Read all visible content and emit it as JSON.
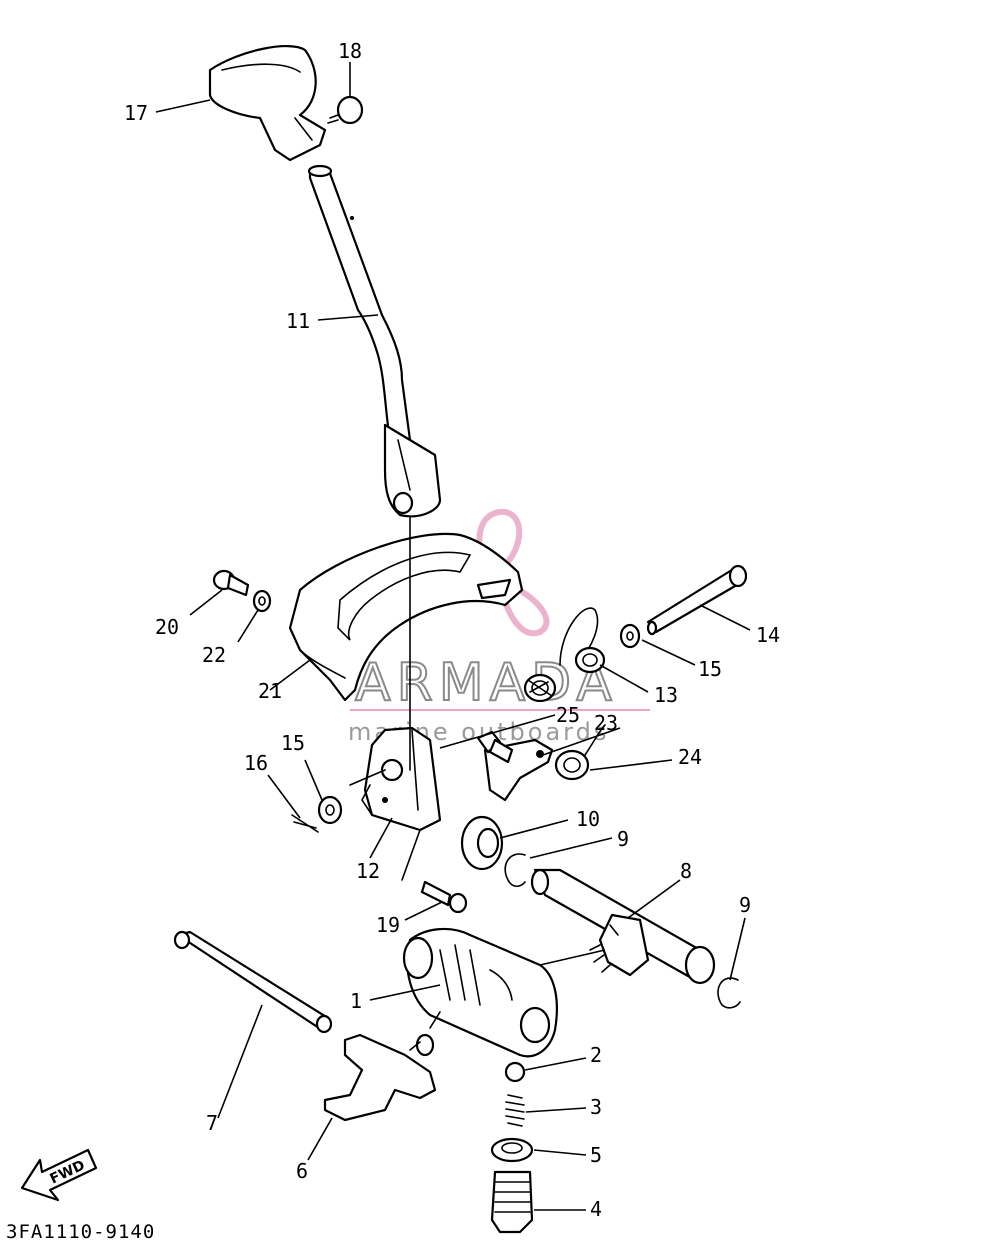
{
  "diagram": {
    "part_labels": [
      {
        "id": "p1",
        "text": "1"
      },
      {
        "id": "p2",
        "text": "2"
      },
      {
        "id": "p3",
        "text": "3"
      },
      {
        "id": "p4",
        "text": "4"
      },
      {
        "id": "p5",
        "text": "5"
      },
      {
        "id": "p6",
        "text": "6"
      },
      {
        "id": "p7",
        "text": "7"
      },
      {
        "id": "p8",
        "text": "8"
      },
      {
        "id": "p9a",
        "text": "9"
      },
      {
        "id": "p9b",
        "text": "9"
      },
      {
        "id": "p10",
        "text": "10"
      },
      {
        "id": "p11",
        "text": "11"
      },
      {
        "id": "p12",
        "text": "12"
      },
      {
        "id": "p13",
        "text": "13"
      },
      {
        "id": "p14",
        "text": "14"
      },
      {
        "id": "p15a",
        "text": "15"
      },
      {
        "id": "p15b",
        "text": "15"
      },
      {
        "id": "p16",
        "text": "16"
      },
      {
        "id": "p17",
        "text": "17"
      },
      {
        "id": "p18",
        "text": "18"
      },
      {
        "id": "p19",
        "text": "19"
      },
      {
        "id": "p20",
        "text": "20"
      },
      {
        "id": "p21",
        "text": "21"
      },
      {
        "id": "p22",
        "text": "22"
      },
      {
        "id": "p23",
        "text": "23"
      },
      {
        "id": "p24",
        "text": "24"
      },
      {
        "id": "p25",
        "text": "25"
      }
    ],
    "fwd_label": "FWD",
    "drawing_code": "3FA1110-9140"
  },
  "watermark": {
    "brand": "ARMADA",
    "tagline": "marine outboards",
    "logo_color": "#e9a6c6",
    "text_color": "#8a8a8a"
  }
}
